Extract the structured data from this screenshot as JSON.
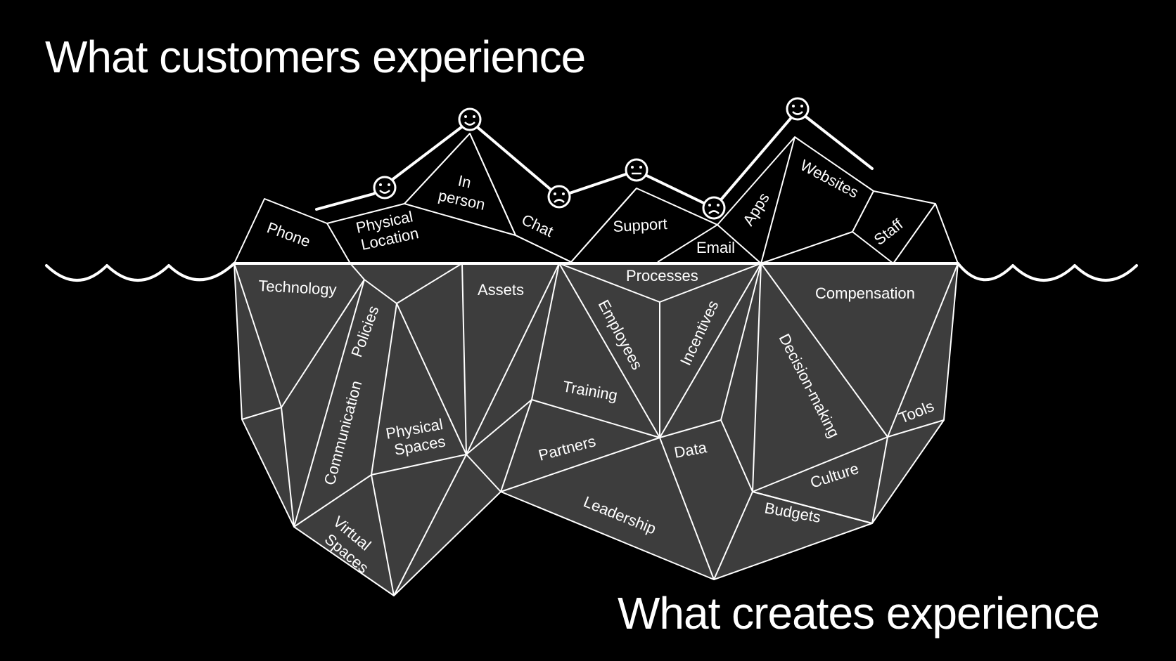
{
  "titles": {
    "top": "What customers experience",
    "bottom": "What creates experience"
  },
  "above_water": {
    "phone": "Phone",
    "physical_location": [
      "Physical",
      "Location"
    ],
    "in_person": [
      "In",
      "person"
    ],
    "chat": "Chat",
    "support": "Support",
    "email": "Email",
    "apps": "Apps",
    "websites": "Websites",
    "staff": "Staff"
  },
  "below_water": {
    "technology": "Technology",
    "policies": "Policies",
    "assets": "Assets",
    "processes": "Processes",
    "employees": "Employees",
    "incentives": "Incentives",
    "compensation": "Compensation",
    "training": "Training",
    "decision_making": "Decision-making",
    "communication": "Communication",
    "physical_spaces": [
      "Physical",
      "Spaces"
    ],
    "partners": "Partners",
    "data": "Data",
    "tools": "Tools",
    "culture": "Culture",
    "leadership": "Leadership",
    "budgets": "Budgets",
    "virtual_spaces": [
      "Virtual",
      "Spaces"
    ]
  },
  "journey_faces": [
    "happy",
    "happy",
    "sad",
    "neutral",
    "sad",
    "happy"
  ],
  "colors": {
    "background": "#000000",
    "line": "#ffffff",
    "iceberg_fill": "#3d3d3d",
    "text": "#ffffff"
  }
}
